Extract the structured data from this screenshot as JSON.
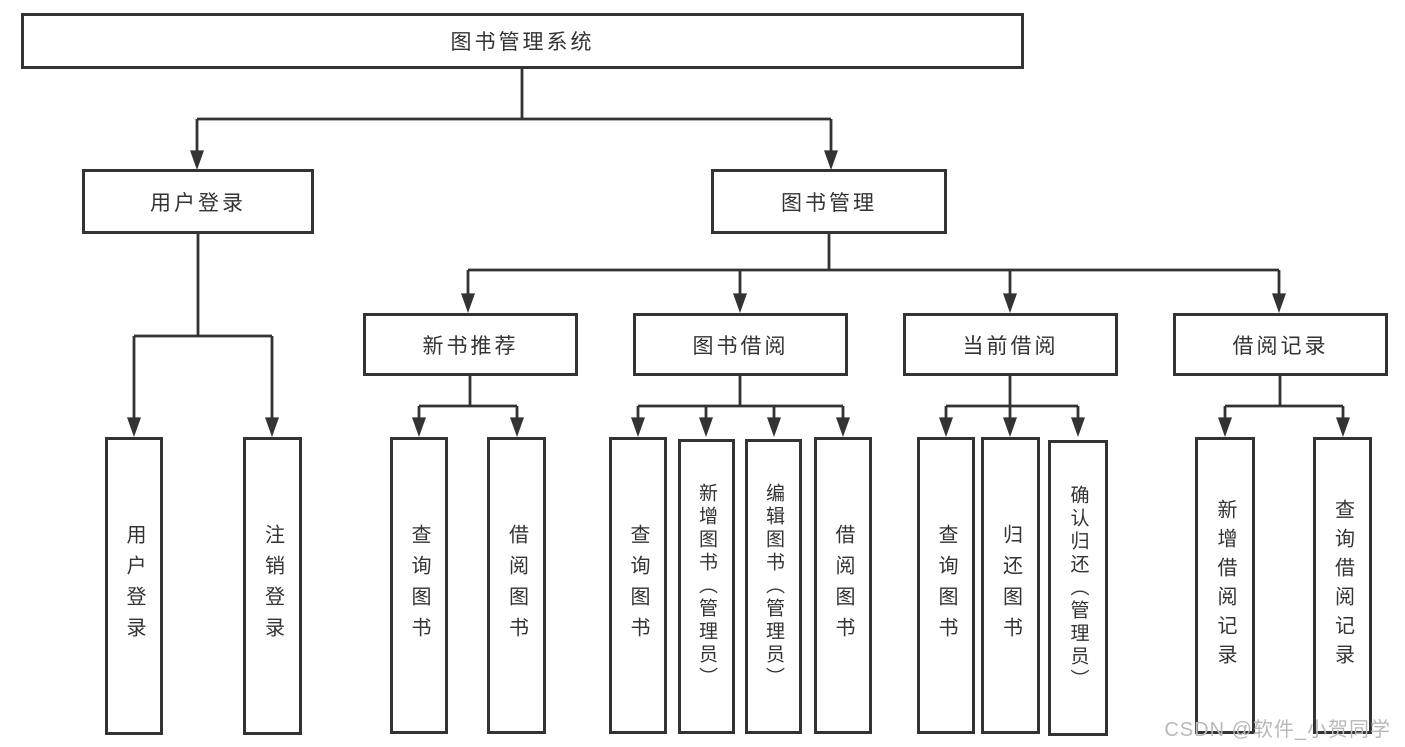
{
  "diagram": {
    "root": {
      "label": "图书管理系统"
    },
    "level2": [
      {
        "label": "用户登录",
        "children": [
          {
            "label": "用户登录"
          },
          {
            "label": "注销登录"
          }
        ]
      },
      {
        "label": "图书管理",
        "children": [
          {
            "label": "新书推荐",
            "children": [
              {
                "label": "查询图书"
              },
              {
                "label": "借阅图书"
              }
            ]
          },
          {
            "label": "图书借阅",
            "children": [
              {
                "label": "查询图书"
              },
              {
                "label": "新增图书（管理员）"
              },
              {
                "label": "编辑图书（管理员）"
              },
              {
                "label": "借阅图书"
              }
            ]
          },
          {
            "label": "当前借阅",
            "children": [
              {
                "label": "查询图书"
              },
              {
                "label": "归还图书"
              },
              {
                "label": "确认归还（管理员）"
              }
            ]
          },
          {
            "label": "借阅记录",
            "children": [
              {
                "label": "新增借阅记录"
              },
              {
                "label": "查询借阅记录"
              }
            ]
          }
        ]
      }
    ],
    "watermark": "CSDN @软件_小贺同学",
    "colors": {
      "line": "#333333",
      "text": "#333333",
      "watermark": "#b9b9b9",
      "background": "#ffffff"
    }
  }
}
